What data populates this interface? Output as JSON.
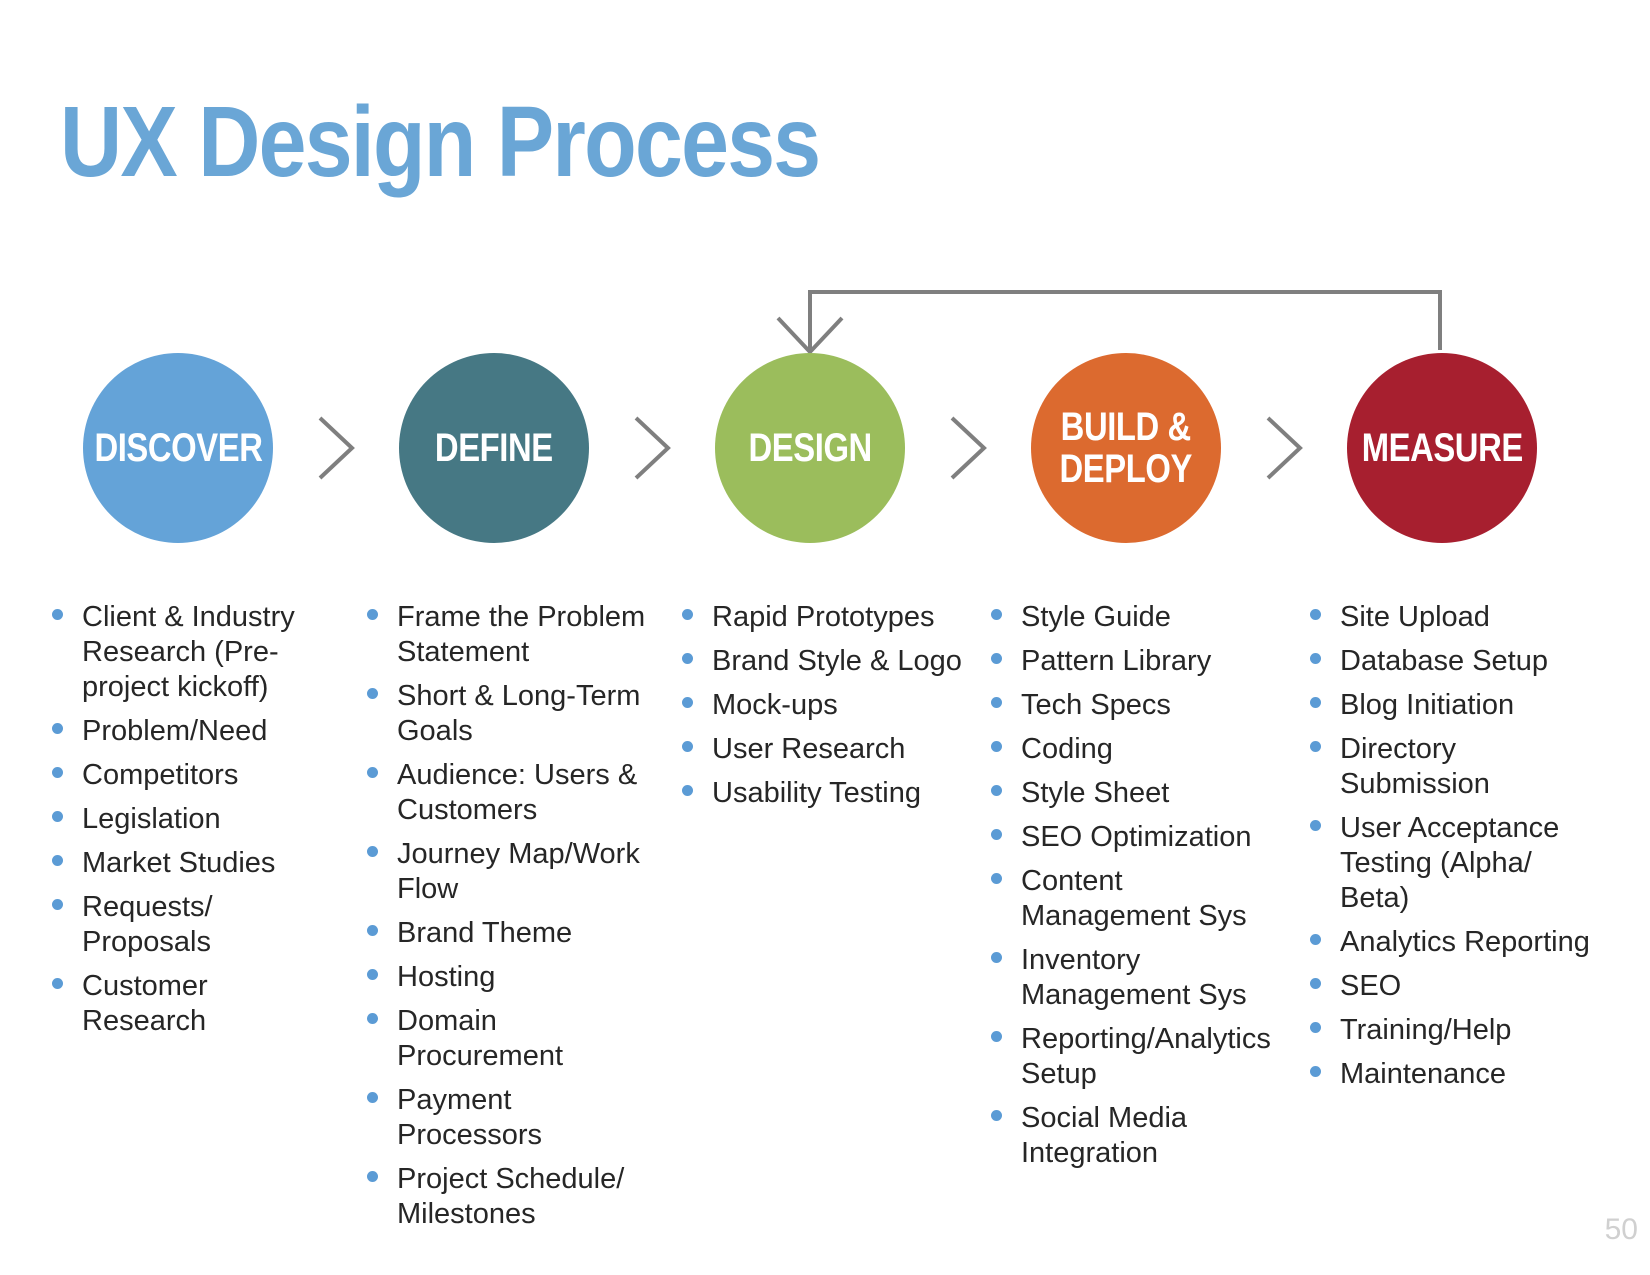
{
  "title": "UX Design Process",
  "page_number": "50",
  "colors": {
    "title": "#6aa6d6",
    "discover": "#64a3d8",
    "define": "#467884",
    "design": "#9bbd5c",
    "build": "#dc6a2f",
    "measure": "#a71f2f",
    "arrow": "#7f7f7f",
    "bullet": "#5b9bd5"
  },
  "stages": [
    {
      "label": "DISCOVER"
    },
    {
      "label": "DEFINE"
    },
    {
      "label": "DESIGN"
    },
    {
      "label": "BUILD &\nDEPLOY"
    },
    {
      "label": "MEASURE"
    }
  ],
  "icons": {
    "step_arrow": "chevron-right-icon",
    "loop": "loop-back-arrow"
  },
  "lists": {
    "discover": [
      "Client & Industry Research (Pre-project kickoff)",
      "Problem/Need",
      "Competitors",
      "Legislation",
      "Market Studies",
      "Requests/ Proposals",
      "Customer Research"
    ],
    "define": [
      "Frame the Problem Statement",
      "Short & Long-Term Goals",
      "Audience: Users & Customers",
      "Journey Map/Work Flow",
      "Brand Theme",
      "Hosting",
      "Domain Procurement",
      "Payment Processors",
      "Project Schedule/ Milestones"
    ],
    "design": [
      "Rapid Prototypes",
      "Brand Style & Logo",
      "Mock-ups",
      "User Research",
      "Usability Testing"
    ],
    "build": [
      "Style Guide",
      "Pattern Library",
      "Tech Specs",
      "Coding",
      "Style Sheet",
      "SEO Optimization",
      "Content Management Sys",
      "Inventory Management Sys",
      "Reporting/Analytics Setup",
      "Social Media Integration"
    ],
    "measure": [
      "Site Upload",
      "Database Setup",
      "Blog Initiation",
      "Directory Submission",
      "User Acceptance Testing (Alpha/ Beta)",
      "Analytics Reporting",
      "SEO",
      "Training/Help",
      "Maintenance"
    ]
  }
}
